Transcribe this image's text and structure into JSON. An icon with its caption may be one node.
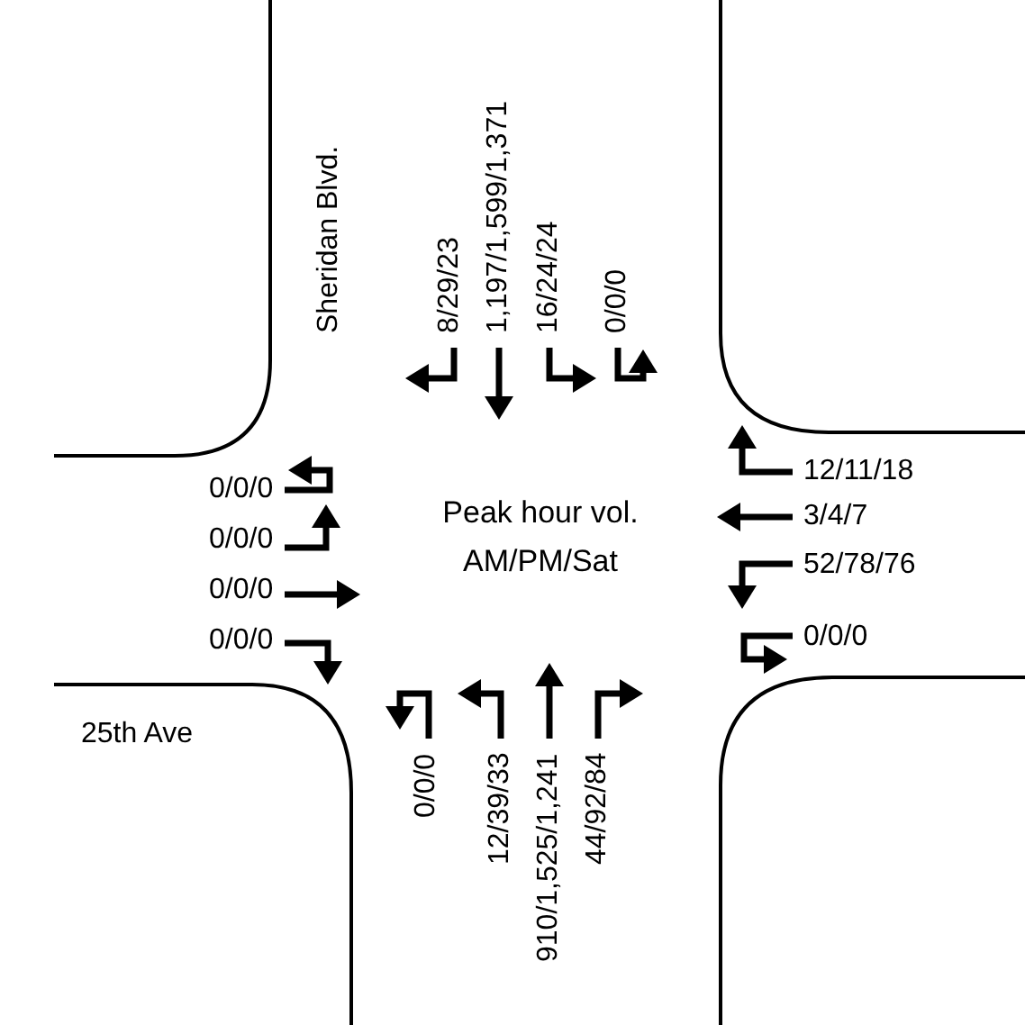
{
  "diagram": {
    "labels": [
      "Sheridan Blvd.",
      "8/29/23",
      "1,197/1,599/1,371",
      "16/24/24",
      "0/0/0",
      "12/11/18",
      "0/0/0",
      "3/4/7",
      "0/0/0",
      "Peak hour vol. AM/PM/Sat",
      "52/78/76",
      "0/0/0",
      "0/0/0",
      "0/0/0",
      "25th Ave",
      "0/0/0",
      "12/39/33",
      "910/1,525/1,241",
      "44/92/84"
    ]
  }
}
